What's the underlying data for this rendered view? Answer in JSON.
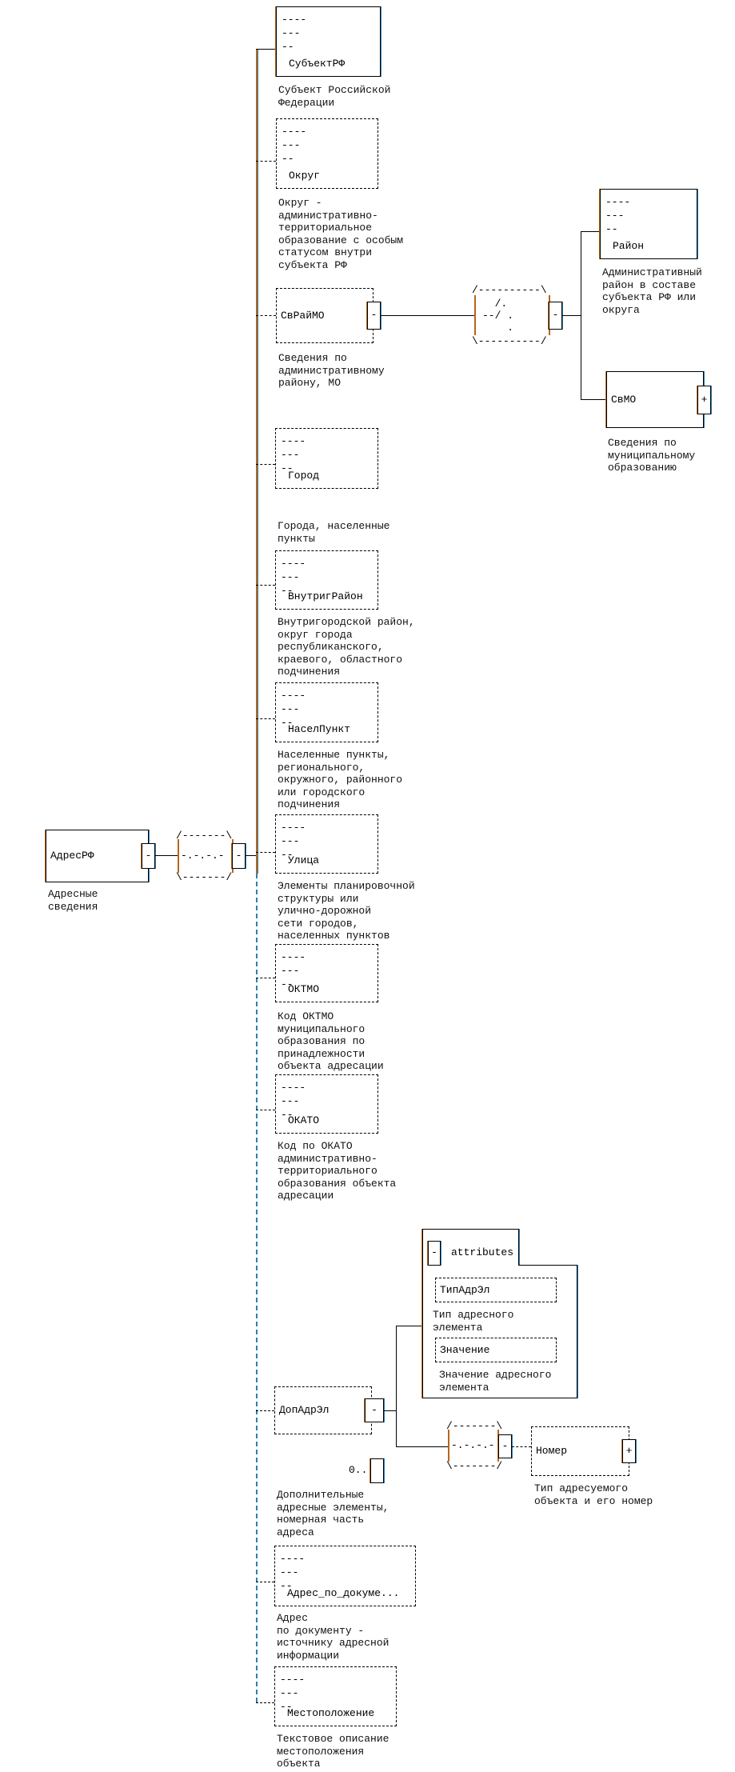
{
  "element_marker": "----\n---\n--",
  "root": {
    "name": "АдресРФ",
    "toggle": "-",
    "desc": "Адресные\nсведения"
  },
  "sequence_glyph": {
    "top": "/-------\\",
    "mid": "-.-.-.-",
    "bottom": "\\-------/"
  },
  "choice_glyph": {
    "top": "/----------\\",
    "mid": "  /.\n--/ .\n    .",
    "bottom": "\\----------/"
  },
  "children": [
    {
      "name": "СубъектРФ",
      "desc": "Субъект Российской\nФедерации"
    },
    {
      "name": "Округ",
      "desc": "Округ -\nадминистративно-\nтерриториальное\nобразование с особым\nстатусом внутри\nсубъекта РФ"
    },
    {
      "name": "СвРайМО",
      "toggle": "-",
      "desc": "Сведения по\nадминистративному\nрайону, МО"
    },
    {
      "name": "Город",
      "desc": "Города, населенные\nпункты"
    },
    {
      "name": "ВнутригРайон",
      "desc": "Внутригородской район,\nокруг города\nреспубликанского,\nкраевого, областного\nподчинения"
    },
    {
      "name": "НаселПункт",
      "desc": "Населенные пункты,\nрегионального,\nокружного, районного\nили городского\nподчинения"
    },
    {
      "name": "Улица",
      "desc": "Элементы планировочной\nструктуры или\nулично-дорожной\nсети городов,\nнаселенных пунктов"
    },
    {
      "name": "ОКТМО",
      "desc": "Код ОКТМО\nмуниципального\nобразования по\nпринадлежности\nобъекта адресации"
    },
    {
      "name": "ОКАТО",
      "desc": "Код по ОКАТО\nадминистративно-\nтерриториального\nобразования объекта\nадресации"
    },
    {
      "name": "ДопАдрЭл",
      "toggle": "-",
      "occurs": "0..",
      "desc": "Дополнительные\nадресные элементы,\nномерная часть\nадреса"
    },
    {
      "name": "Адрес_по_докуме...",
      "desc": "Адрес\nпо документу -\nисточнику адресной\nинформации"
    },
    {
      "name": "Местоположение",
      "desc": "Текстовое описание\nместоположения\nобъекта"
    }
  ],
  "svraimo_children": [
    {
      "name": "Район",
      "desc": "Административный\nрайон в составе\nсубъекта РФ или\nокруга"
    },
    {
      "name": "СвМО",
      "toggle": "+",
      "desc": "Сведения по\nмуниципальному\nобразованию"
    }
  ],
  "dopadrel": {
    "attributes": {
      "toggle": "-",
      "label": "attributes",
      "items": [
        {
          "name": "ТипАдрЭл",
          "desc": "Тип адресного\nэлемента"
        },
        {
          "name": "Значение",
          "desc": "Значение адресного\nэлемента"
        }
      ]
    },
    "child": {
      "name": "Номер",
      "toggle": "+",
      "desc": "Тип адресуемого\nобъекта и его номер"
    }
  }
}
